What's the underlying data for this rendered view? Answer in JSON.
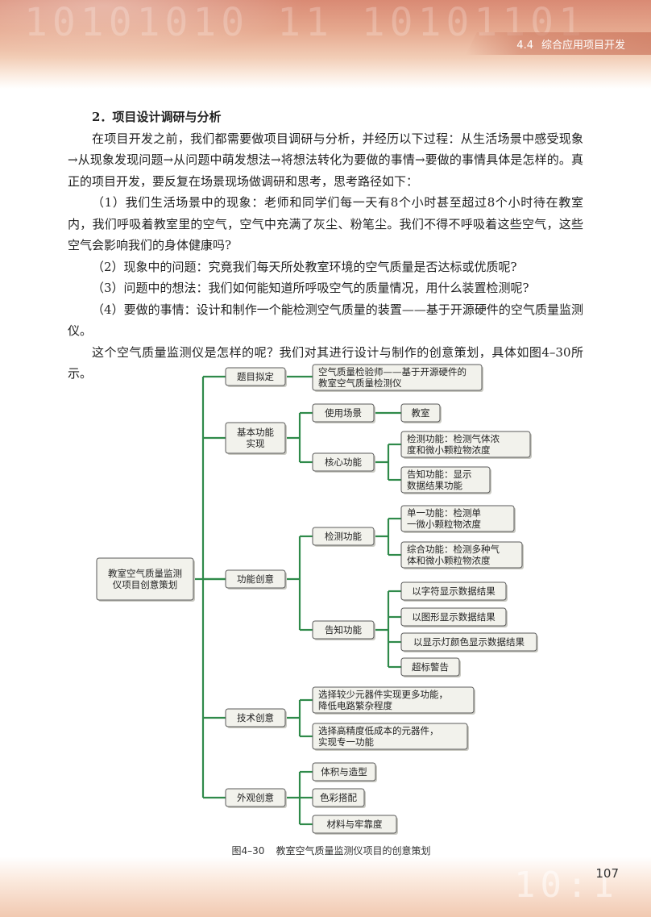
{
  "header": {
    "decor": "10101010 11 10101101",
    "chapter_num": "4.4",
    "chapter_title": "综合应用项目开发"
  },
  "section": {
    "title": "2．项目设计调研与分析",
    "paragraphs": [
      "在项目开发之前，我们都需要做项目调研与分析，并经历以下过程：从生活场景中感受现象→从现象发现问题→从问题中萌发想法→将想法转化为要做的事情→要做的事情具体是怎样的。真正的项目开发，要反复在场景现场做调研和思考，思考路径如下：",
      "（1）我们生活场景中的现象：老师和同学们每一天有8个小时甚至超过8个小时待在教室内，我们呼吸着教室里的空气，空气中充满了灰尘、粉笔尘。我们不得不呼吸着这些空气，这些空气会影响我们的身体健康吗?",
      "（2）现象中的问题：究竟我们每天所处教室环境的空气质量是否达标或优质呢?",
      "（3）问题中的想法：我们如何能知道所呼吸空气的质量情况，用什么装置检测呢?",
      "（4）要做的事情：设计和制作一个能检测空气质量的装置——基于开源硬件的空气质量监测仪。",
      "这个空气质量监测仪是怎样的呢？我们对其进行设计与制作的创意策划，具体如图4–30所示。"
    ]
  },
  "mindmap": {
    "root": [
      "教室空气质量监测",
      "仪项目创意策划"
    ],
    "n1": [
      "题目拟定"
    ],
    "n1a": [
      "空气质量检验师——基于开源硬件的",
      "教室空气质量检测仪"
    ],
    "n2": [
      "基本功能",
      "实现"
    ],
    "n2a": [
      "使用场景"
    ],
    "n2a1": [
      "教室"
    ],
    "n2b": [
      "核心功能"
    ],
    "n2b1": [
      "检测功能：检测气体浓",
      "度和微小颗粒物浓度"
    ],
    "n2b2": [
      "告知功能：显示",
      "数据结果功能"
    ],
    "n3": [
      "功能创意"
    ],
    "n3a": [
      "检测功能"
    ],
    "n3a1": [
      "单一功能：检测单",
      "一微小颗粒物浓度"
    ],
    "n3a2": [
      "综合功能：检测多种气",
      "体和微小颗粒物浓度"
    ],
    "n3b": [
      "告知功能"
    ],
    "n3b1": [
      "以字符显示数据结果"
    ],
    "n3b2": [
      "以图形显示数据结果"
    ],
    "n3b3": [
      "以显示灯颜色显示数据结果"
    ],
    "n3b4": [
      "超标警告"
    ],
    "n4": [
      "技术创意"
    ],
    "n4a": [
      "选择较少元器件实现更多功能，",
      "降低电路繁杂程度"
    ],
    "n4b": [
      "选择高精度低成本的元器件，",
      "实现专一功能"
    ],
    "n5": [
      "外观创意"
    ],
    "n5a": [
      "体积与造型"
    ],
    "n5b": [
      "色彩搭配"
    ],
    "n5c": [
      "材料与牢靠度"
    ]
  },
  "colors": {
    "line": "#2f8a4a",
    "box_fill": "#f2f2ec",
    "box_border": "#5a5a5a",
    "header_accent": "#d98a74"
  },
  "figure": {
    "number": "图4–30",
    "caption": "教室空气质量监测仪项目的创意策划"
  },
  "page_number": "107",
  "footer_decor": "10:1"
}
